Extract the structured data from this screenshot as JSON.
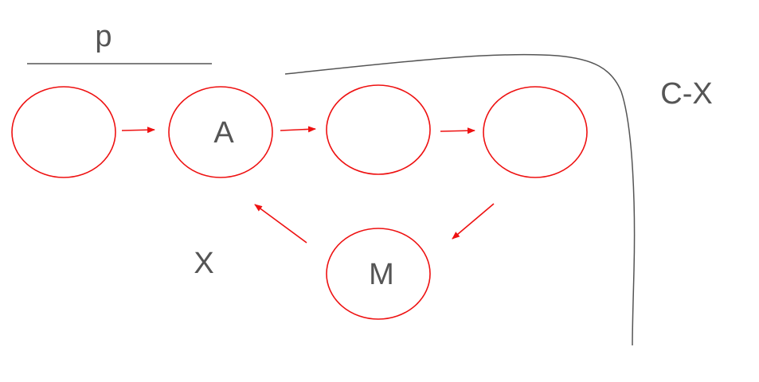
{
  "labels": {
    "p": "p",
    "c_x": "C-X",
    "x": "X"
  },
  "nodes": [
    {
      "id": "n1",
      "label": ""
    },
    {
      "id": "n2",
      "label": "A"
    },
    {
      "id": "n3",
      "label": ""
    },
    {
      "id": "n4",
      "label": ""
    },
    {
      "id": "n5",
      "label": "M"
    }
  ],
  "edges": [
    {
      "from": "n1",
      "to": "n2"
    },
    {
      "from": "n2",
      "to": "n3"
    },
    {
      "from": "n3",
      "to": "n4"
    },
    {
      "from": "n4",
      "to": "n5"
    },
    {
      "from": "n5",
      "to": "n2"
    }
  ],
  "colors": {
    "node_stroke": "#ee1111",
    "arrow": "#ee1111",
    "line": "#555555",
    "text": "#555555"
  }
}
